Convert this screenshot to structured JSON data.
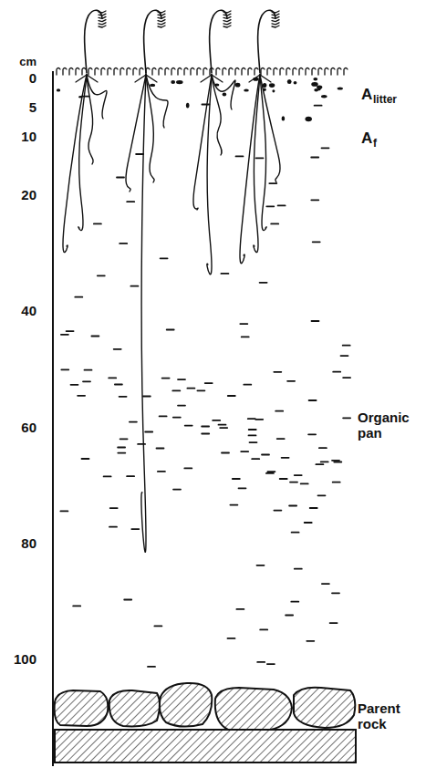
{
  "diagram": {
    "labels": [
      "cm",
      "0",
      "5",
      "10",
      "20",
      "40",
      "60",
      "80",
      "100",
      "A",
      "litter",
      "A",
      "f",
      "Organic pan",
      "Parent rock"
    ]
  }
}
